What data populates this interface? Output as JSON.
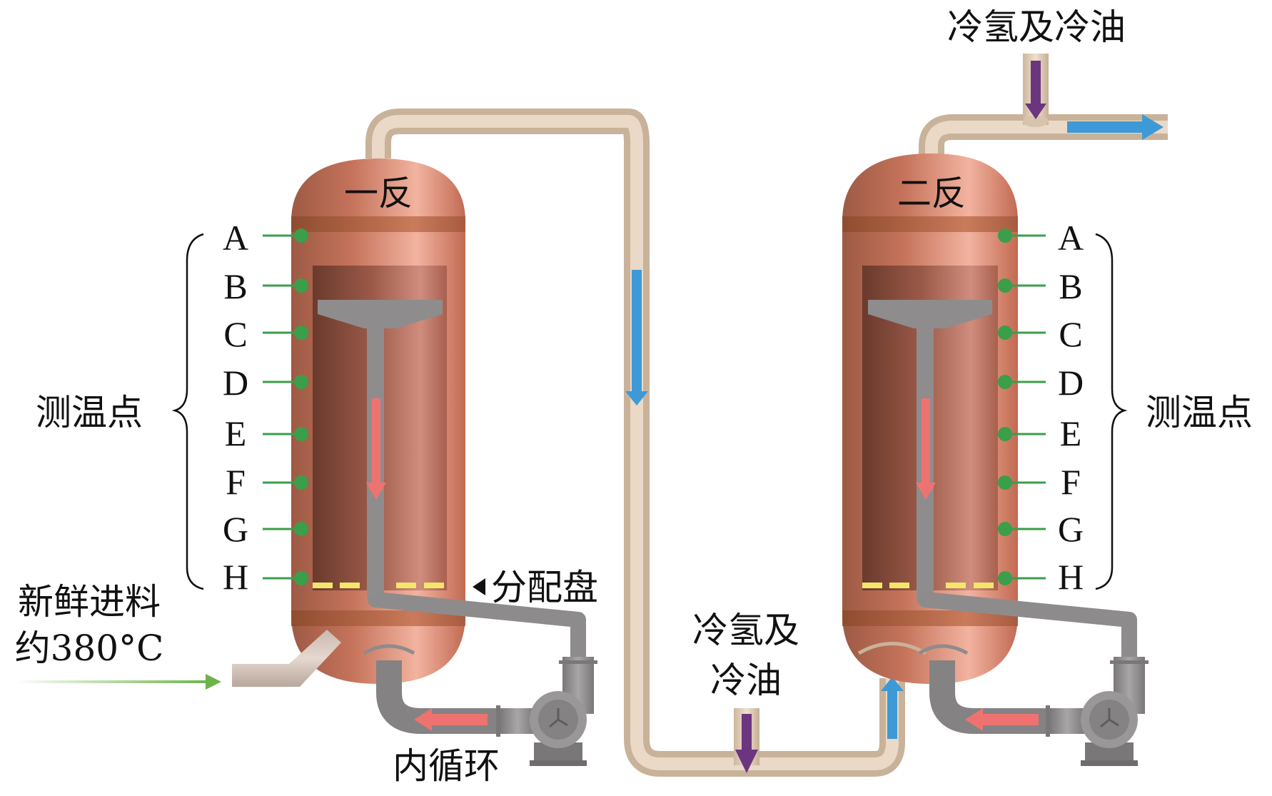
{
  "reactor_1": {
    "label": "一反",
    "measure_points": [
      "A",
      "B",
      "C",
      "D",
      "E",
      "F",
      "G",
      "H"
    ],
    "measure_group_label": "测温点"
  },
  "reactor_2": {
    "label": "二反",
    "measure_points": [
      "A",
      "B",
      "C",
      "D",
      "E",
      "F",
      "G",
      "H"
    ],
    "measure_group_label": "测温点"
  },
  "labels": {
    "fresh_feed_line1": "新鲜进料",
    "fresh_feed_line2": "约380°C",
    "distributor": "分配盘",
    "internal_circulation": "内循环",
    "cold_quench_mid_line1": "冷氢及",
    "cold_quench_mid_line2": "冷油",
    "cold_quench_top": "冷氢及冷油"
  },
  "colors": {
    "reactor_shell": "#c8765e",
    "reactor_inner": "#8a4d3c",
    "pipe_transfer": "#d8c4ad",
    "pipe_internal": "#8e8b8d",
    "measure_point": "#3a9e4a",
    "arrow_flow": "#3d9ad6",
    "arrow_internal": "#ee7370",
    "arrow_quench": "#6c357f",
    "arrow_feed": "#7bbf5a",
    "distributor_tray": "#f3e66a"
  }
}
